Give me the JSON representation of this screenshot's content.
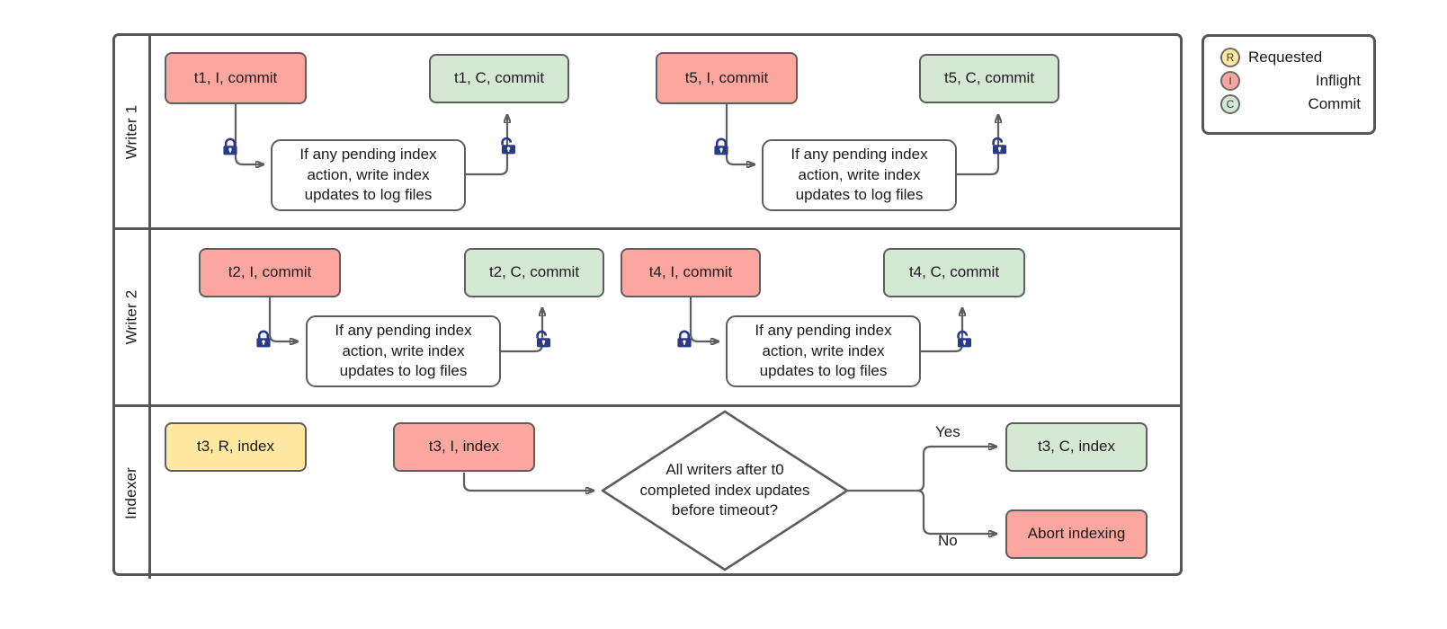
{
  "diagram": {
    "title": "Writer / Indexer swimlane flow",
    "colors": {
      "pink": "#FBA7A0",
      "green": "#D5E8D4",
      "yellow": "#FFE9A0",
      "white": "#FFFFFF",
      "stroke": "#5E5E5E",
      "lane_border": "#565656",
      "lock": "#2B3A87"
    },
    "process_text": "If any pending index action, write index updates to log files"
  },
  "lanes": [
    {
      "label": "Writer 1"
    },
    {
      "label": "Writer 2"
    },
    {
      "label": "Indexer"
    }
  ],
  "nodes": {
    "w1_t1_inflight": {
      "label": "t1, I, commit",
      "color": "pink"
    },
    "w1_t1_commit": {
      "label": "t1, C, commit",
      "color": "green"
    },
    "w1_process_a": {
      "label": "If any pending index action, write index updates to log files",
      "color": "white"
    },
    "w1_t5_inflight": {
      "label": "t5, I, commit",
      "color": "pink"
    },
    "w1_t5_commit": {
      "label": "t5, C, commit",
      "color": "green"
    },
    "w1_process_b": {
      "label": "If any pending index action, write index updates to log files",
      "color": "white"
    },
    "w2_t2_inflight": {
      "label": "t2, I, commit",
      "color": "pink"
    },
    "w2_t2_commit": {
      "label": "t2, C, commit",
      "color": "green"
    },
    "w2_process_a": {
      "label": "If any pending index action, write index updates to log files",
      "color": "white"
    },
    "w2_t4_inflight": {
      "label": "t4, I, commit",
      "color": "pink"
    },
    "w2_t4_commit": {
      "label": "t4, C, commit",
      "color": "green"
    },
    "w2_process_b": {
      "label": "If any pending index action, write index updates to log files",
      "color": "white"
    },
    "ix_t3_requested": {
      "label": "t3, R, index",
      "color": "yellow"
    },
    "ix_t3_inflight": {
      "label": "t3, I, index",
      "color": "pink"
    },
    "ix_decision": {
      "label": "All writers after t0 completed index updates before timeout?",
      "color": "white"
    },
    "ix_t3_commit": {
      "label": "t3, C, index",
      "color": "green"
    },
    "ix_abort": {
      "label": "Abort indexing",
      "color": "pink"
    }
  },
  "decision": {
    "line1": "All writers after t0",
    "line2": "completed index updates",
    "line3": "before timeout?",
    "yes_label": "Yes",
    "no_label": "No"
  },
  "process_lines": {
    "line1": "If any pending index",
    "line2": "action, write index",
    "line3": "updates to log files"
  },
  "locks": [
    {
      "id": "w1_lock_closed_a",
      "state": "closed"
    },
    {
      "id": "w1_lock_open_a",
      "state": "open"
    },
    {
      "id": "w1_lock_closed_b",
      "state": "closed"
    },
    {
      "id": "w1_lock_open_b",
      "state": "open"
    },
    {
      "id": "w2_lock_closed_a",
      "state": "closed"
    },
    {
      "id": "w2_lock_open_a",
      "state": "open"
    },
    {
      "id": "w2_lock_closed_b",
      "state": "closed"
    },
    {
      "id": "w2_lock_open_b",
      "state": "open"
    }
  ],
  "legend": {
    "items": [
      {
        "badge": "R",
        "label": "Requested",
        "color": "yellow"
      },
      {
        "badge": "I",
        "label": "Inflight",
        "color": "pink"
      },
      {
        "badge": "C",
        "label": "Commit",
        "color": "green"
      }
    ]
  }
}
